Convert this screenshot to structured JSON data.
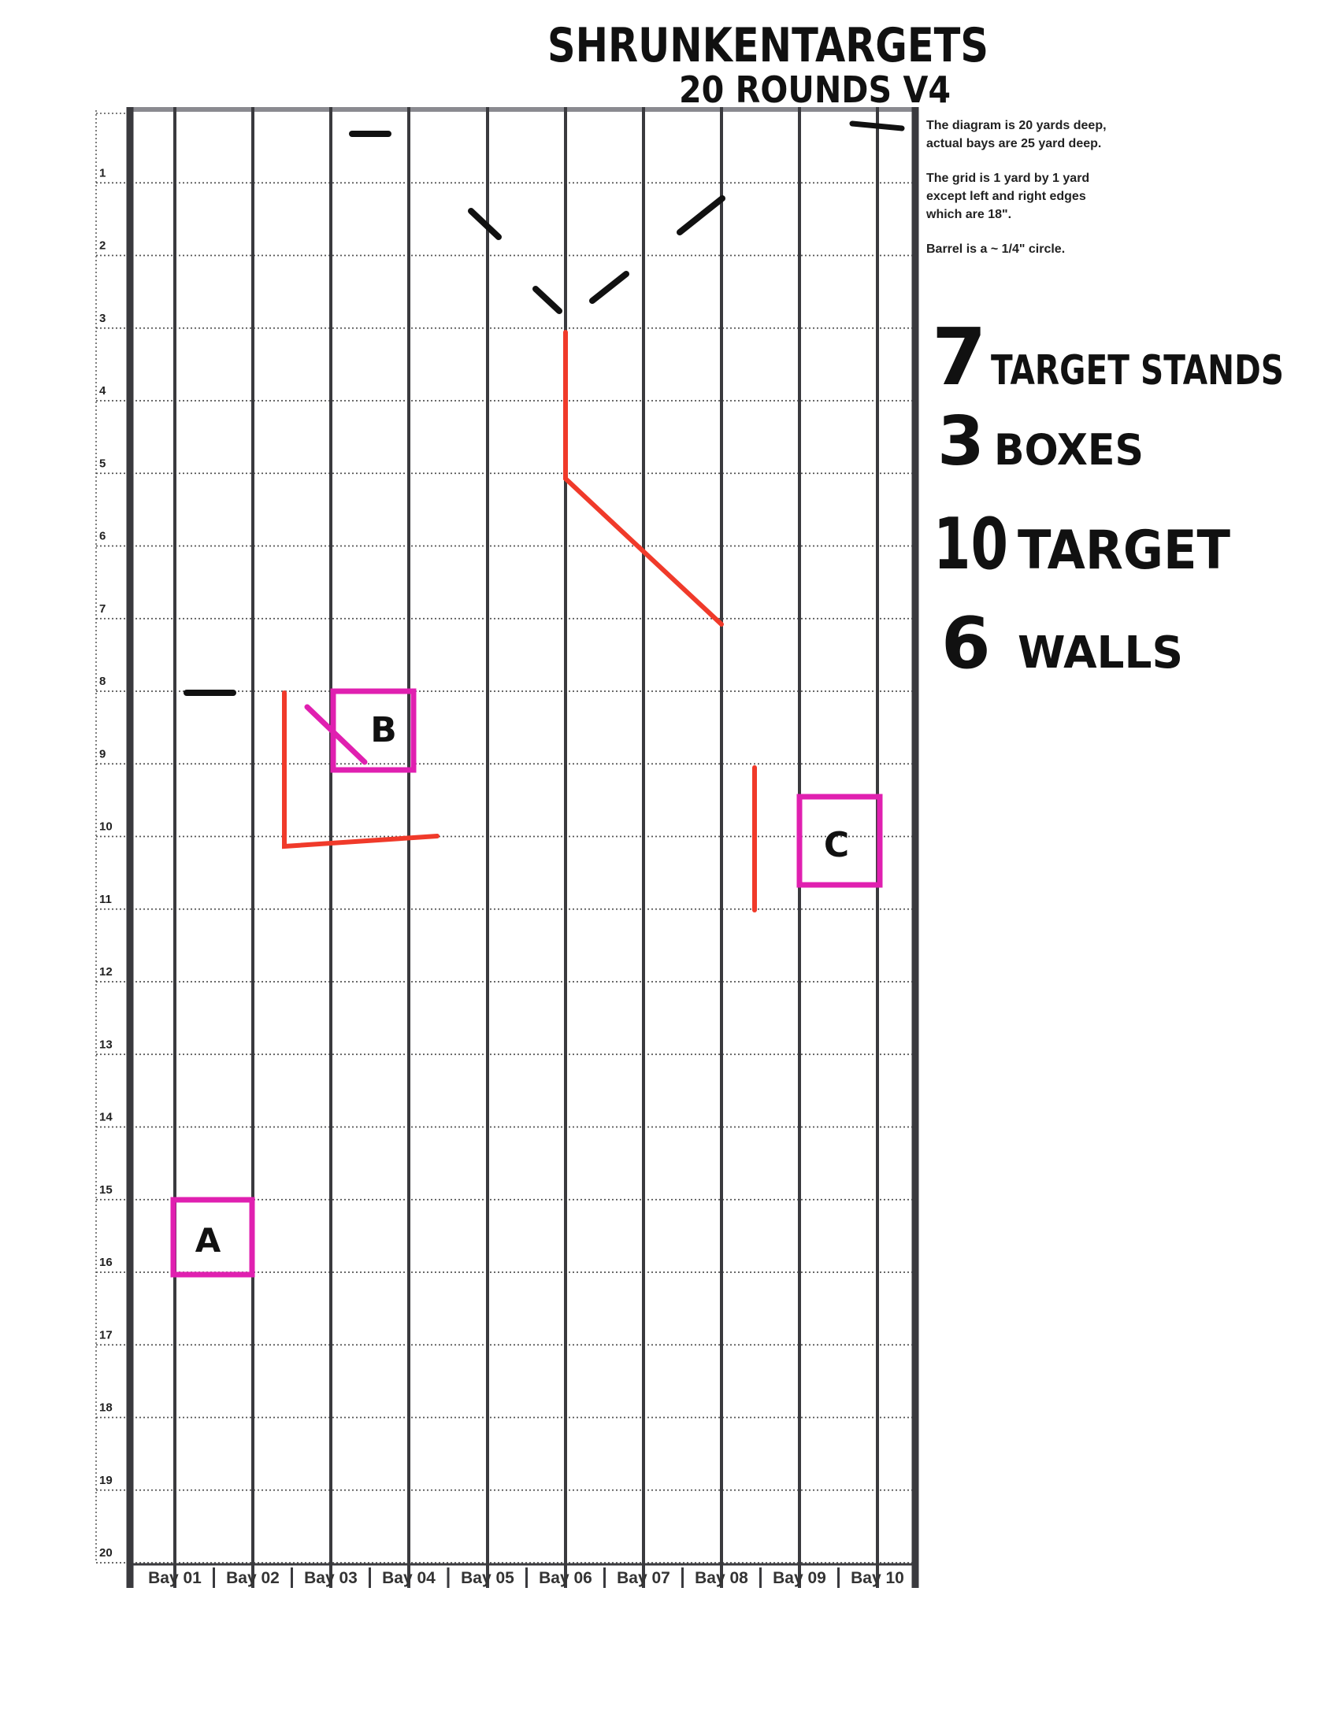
{
  "title": {
    "line1": "SHRUNKENTARGETS",
    "line2": "20 ROUNDS V4"
  },
  "notes": [
    "The diagram is 20 yards deep, actual bays are 25 yard deep.",
    "The grid is 1 yard by 1 yard except left and right edges which are 18\".",
    "Barrel is a ~ 1/4\" circle."
  ],
  "inventory": [
    {
      "count": "7",
      "item": "TARGET STANDS"
    },
    {
      "count": "3",
      "item": "BOXES"
    },
    {
      "count": "10",
      "item": "TARGET"
    },
    {
      "count": "6",
      "item": "WALLS"
    }
  ],
  "grid": {
    "rows": [
      "1",
      "2",
      "3",
      "4",
      "5",
      "6",
      "7",
      "8",
      "9",
      "10",
      "11",
      "12",
      "13",
      "14",
      "15",
      "16",
      "17",
      "18",
      "19",
      "20"
    ],
    "bays": [
      "Bay 01",
      "Bay 02",
      "Bay 03",
      "Bay 04",
      "Bay 05",
      "Bay 06",
      "Bay 07",
      "Bay 08",
      "Bay 09",
      "Bay 10"
    ]
  },
  "boxes": [
    {
      "label": "A"
    },
    {
      "label": "B"
    },
    {
      "label": "C"
    }
  ],
  "colors": {
    "grid_line": "#3a3a3e",
    "dotted_line": "#555555",
    "wall": "#f03a2a",
    "box": "#e020b0",
    "target": "#111111"
  }
}
